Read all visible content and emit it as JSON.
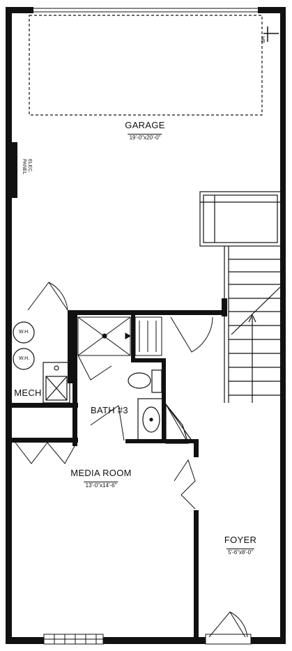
{
  "rooms": {
    "garage": {
      "name": "GARAGE",
      "dims": "19'-0\"x20'-0\""
    },
    "media": {
      "name": "MEDIA ROOM",
      "dims": "13'-0\"x14'-6\""
    },
    "foyer": {
      "name": "FOYER",
      "dims": "5'-6\"x8'-0\""
    },
    "bath": {
      "name": "BATH #3"
    },
    "mech": {
      "name": "MECH"
    }
  },
  "labels": {
    "elec_line1": "ELEC.",
    "elec_line2": "PANEL",
    "water_heater": "W.H.",
    "hose_bib": "HB"
  },
  "colors": {
    "wall": "#111111",
    "background": "#ffffff"
  }
}
